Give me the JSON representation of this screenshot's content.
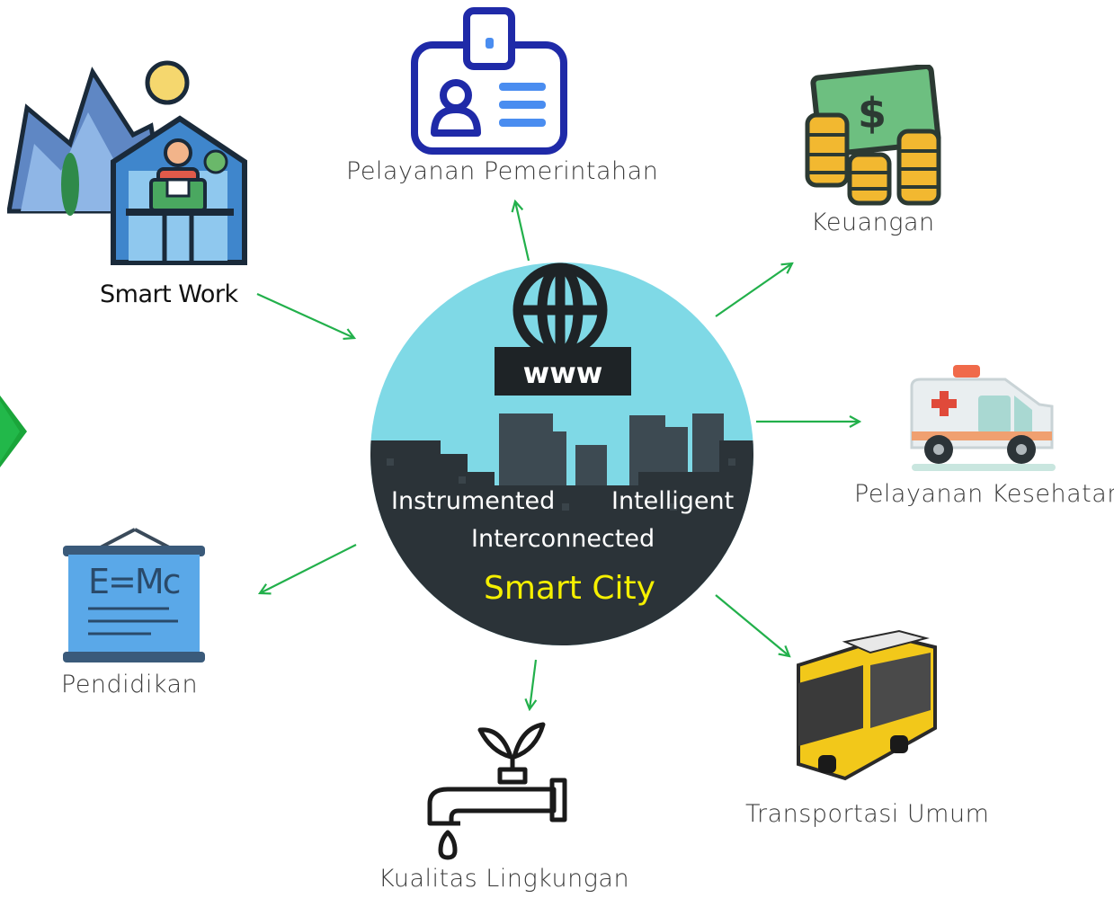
{
  "hub": {
    "title": "Smart City",
    "pillars": [
      "Instrumented",
      "Intelligent",
      "Interconnected"
    ],
    "web_label": "www",
    "colors": {
      "sky": "#7fd9e6",
      "city": "#2b3338",
      "title": "#f5f000"
    }
  },
  "nodes": [
    {
      "id": "smart-work",
      "label": "Smart Work",
      "icon": "remote-work-icon",
      "direction": "in"
    },
    {
      "id": "pelayanan-pemerintahan",
      "label": "Pelayanan Pemerintahan",
      "icon": "id-card-icon",
      "direction": "out"
    },
    {
      "id": "keuangan",
      "label": "Keuangan",
      "icon": "money-coins-icon",
      "direction": "out"
    },
    {
      "id": "pelayanan-kesehatan",
      "label": "Pelayanan Kesehatan",
      "icon": "ambulance-icon",
      "direction": "out"
    },
    {
      "id": "transportasi-umum",
      "label": "Transportasi Umum",
      "icon": "bus-icon",
      "direction": "out"
    },
    {
      "id": "kualitas-lingkungan",
      "label": "Kualitas Lingkungan",
      "icon": "water-tap-plant-icon",
      "direction": "out"
    },
    {
      "id": "pendidikan",
      "label": "Pendidikan",
      "icon": "blackboard-formula-icon",
      "direction": "out"
    }
  ],
  "formula_text": "E=Mc",
  "arrow_color": "#22b04b",
  "side_marker_color": "#1aa53a"
}
